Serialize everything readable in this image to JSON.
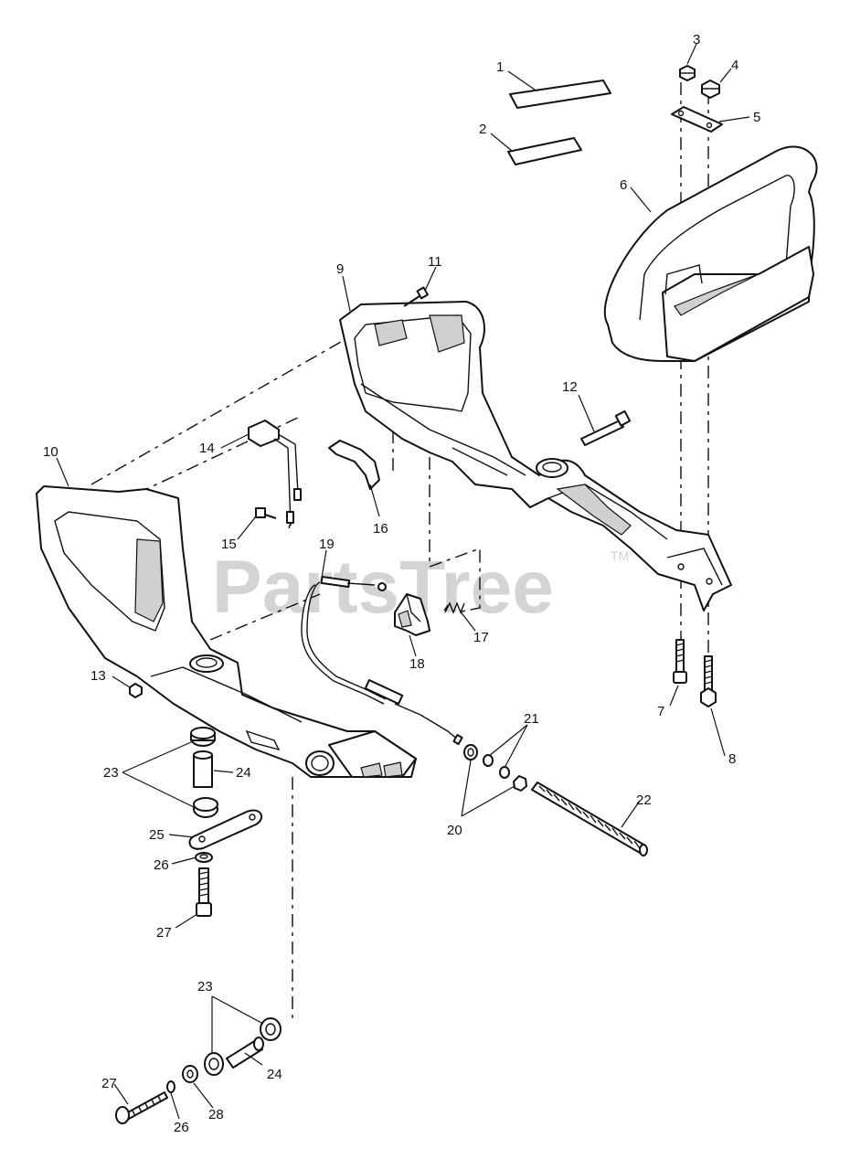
{
  "watermark": {
    "text": "PartsTree",
    "tm": "TM"
  },
  "callouts": [
    "1",
    "2",
    "3",
    "4",
    "5",
    "6",
    "7",
    "8",
    "9",
    "10",
    "11",
    "12",
    "13",
    "14",
    "15",
    "16",
    "17",
    "18",
    "19",
    "20",
    "21",
    "22",
    "23",
    "24",
    "25",
    "26",
    "27",
    "28"
  ],
  "repeat_callouts": {
    "c23b": "23",
    "c24b": "24",
    "c26b": "26",
    "c27b": "27"
  }
}
